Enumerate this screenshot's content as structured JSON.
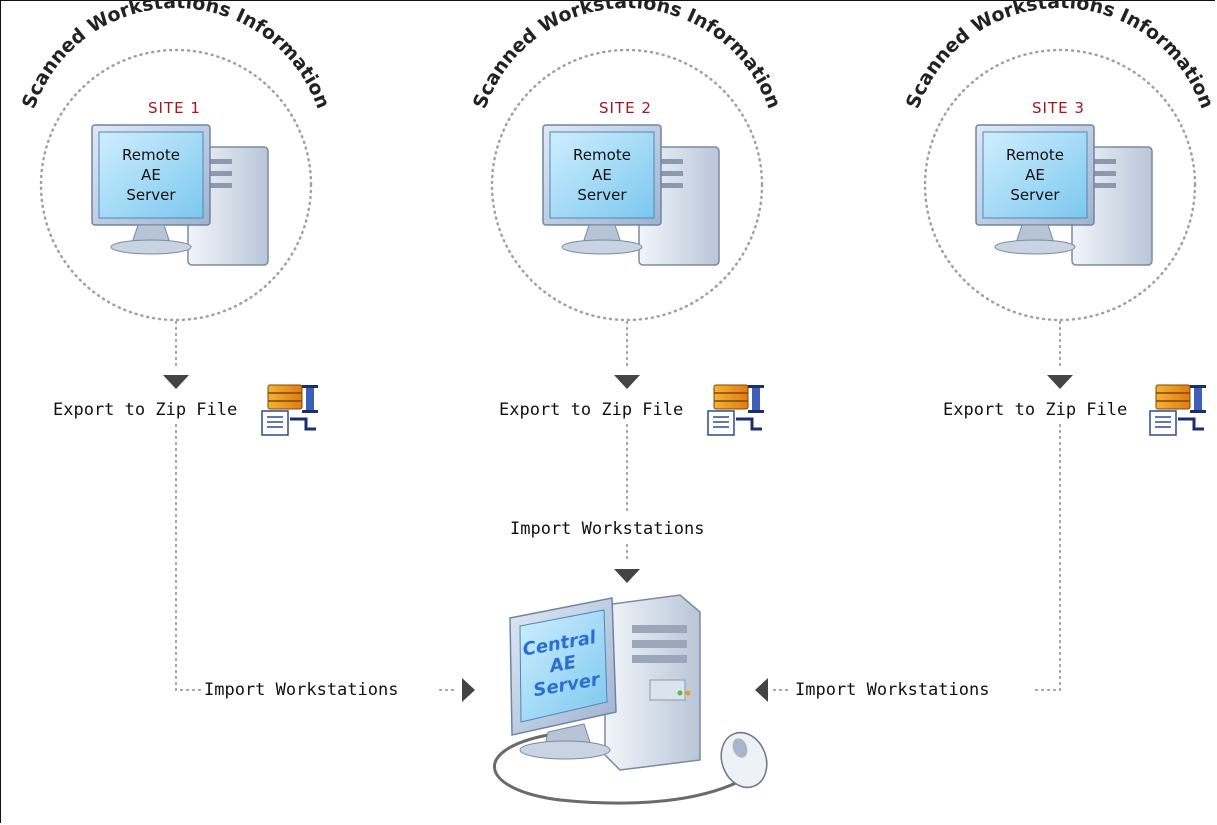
{
  "sites": [
    {
      "site_label": "SITE 1",
      "arc_text": "Scanned Workstations Information",
      "server_lines": [
        "Remote",
        "AE",
        "Server"
      ],
      "export_label": "Export to Zip File"
    },
    {
      "site_label": "SITE 2",
      "arc_text": "Scanned Workstations Information",
      "server_lines": [
        "Remote",
        "AE",
        "Server"
      ],
      "export_label": "Export to Zip File"
    },
    {
      "site_label": "SITE 3",
      "arc_text": "Scanned Workstations Information",
      "server_lines": [
        "Remote",
        "AE",
        "Server"
      ],
      "export_label": "Export to Zip File"
    }
  ],
  "import_labels": {
    "left": "Import Workstations",
    "center": "Import Workstations",
    "right": "Import Workstations"
  },
  "central": {
    "lines": [
      "Central",
      "AE",
      "Server"
    ]
  },
  "colors": {
    "site_label": "#a8141b",
    "connector": "#9a9a9a",
    "arrow": "#444444",
    "central_text": "#2a6fd0"
  }
}
